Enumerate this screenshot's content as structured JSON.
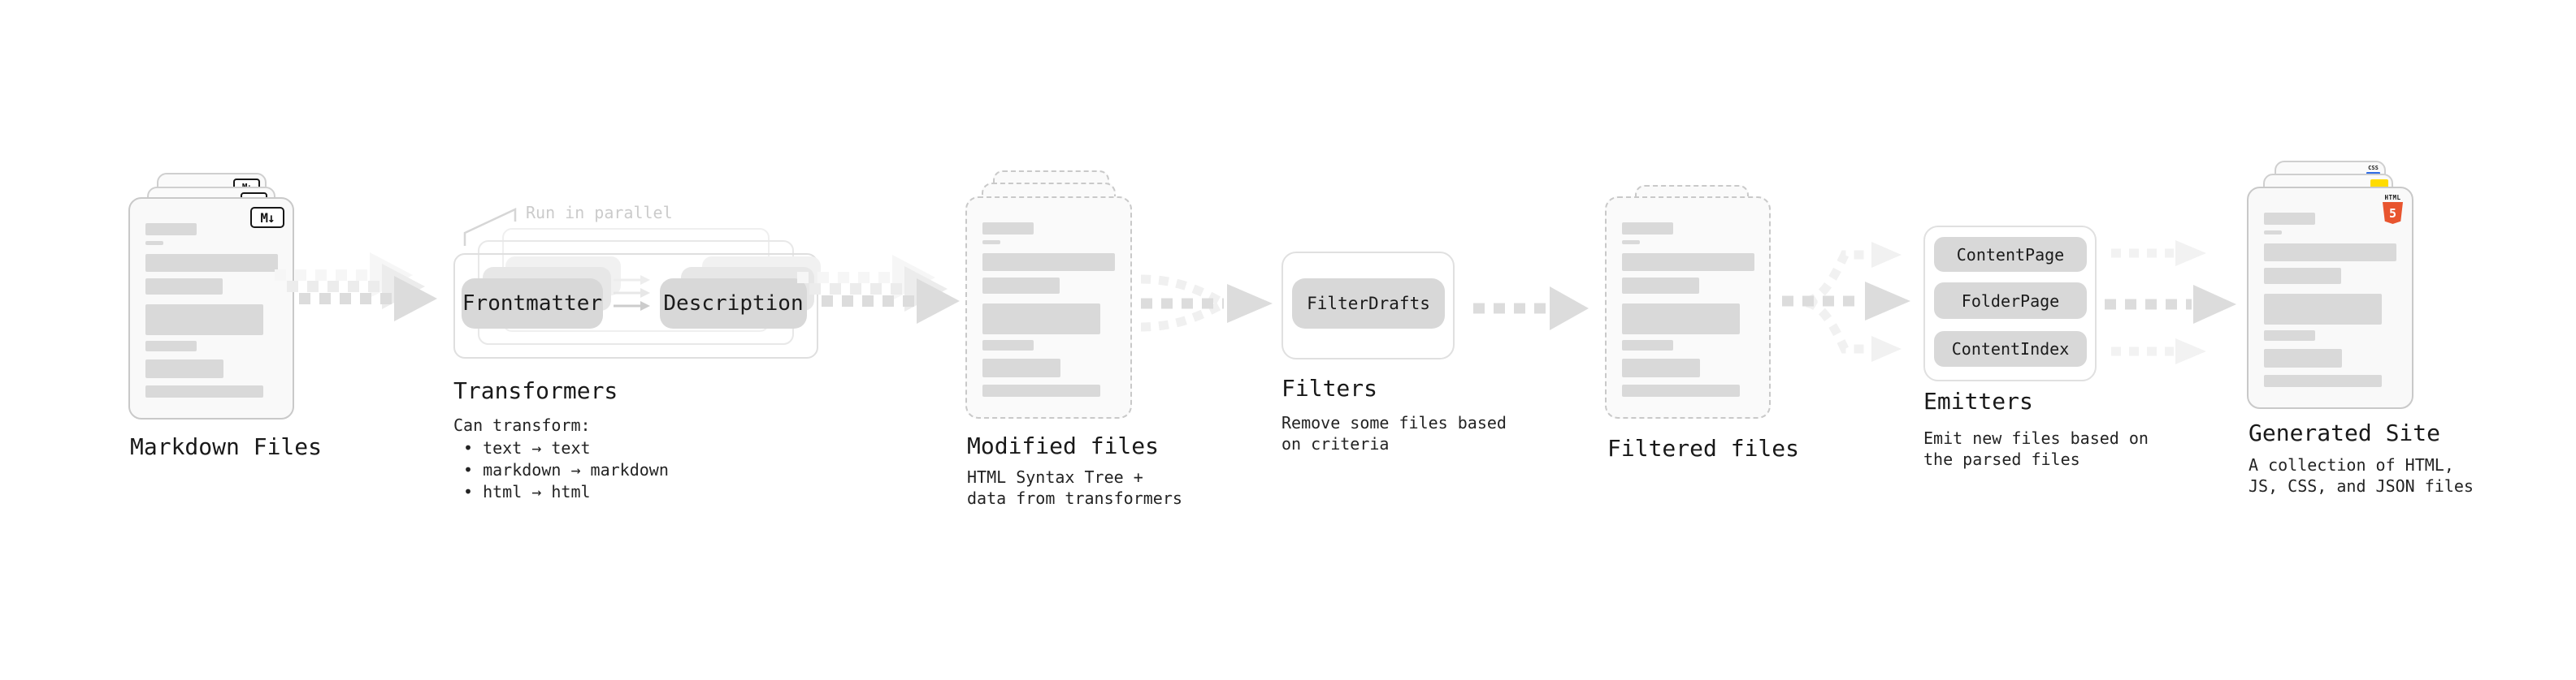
{
  "colors": {
    "html5_orange": "#E8552F",
    "js_yellow": "#FFDC00",
    "css_blue": "#2E6BE4",
    "bar_gray": "#D9D9D9",
    "arrow_gray": "#DCDCDC"
  },
  "stages": {
    "markdown": {
      "label": "Markdown Files",
      "badge": "M↓"
    },
    "transformers": {
      "note": "Run in parallel",
      "pill_a": "Frontmatter",
      "pill_b": "Description",
      "title": "Transformers",
      "heading": "Can transform:",
      "bullet1": "• text → text",
      "bullet2": "• markdown → markdown",
      "bullet3": "• html → html"
    },
    "modified": {
      "label": "Modified files",
      "desc1": "HTML Syntax Tree +",
      "desc2": "data from transformers"
    },
    "filters": {
      "pill": "FilterDrafts",
      "title": "Filters",
      "desc1": "Remove some files based",
      "desc2": "on criteria"
    },
    "filtered": {
      "label": "Filtered files"
    },
    "emitters": {
      "pill1": "ContentPage",
      "pill2": "FolderPage",
      "pill3": "ContentIndex",
      "title": "Emitters",
      "desc1": "Emit new files based on",
      "desc2": "the parsed files"
    },
    "generated": {
      "label": "Generated Site",
      "desc1": "A collection of HTML,",
      "desc2": "JS, CSS, and JSON files",
      "badge_html": "HTML",
      "badge_five": "5",
      "badge_css": "CSS"
    }
  }
}
